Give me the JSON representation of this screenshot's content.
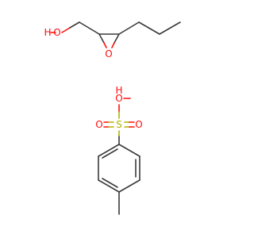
{
  "molecules": [
    {
      "atoms": [
        {
          "symbol": "H"
        },
        {
          "symbol": "O"
        },
        {
          "symbol": "O"
        }
      ]
    },
    {
      "atoms": [
        {
          "symbol": "O"
        },
        {
          "symbol": "H"
        },
        {
          "symbol": "S"
        },
        {
          "symbol": "O"
        },
        {
          "symbol": "O"
        }
      ]
    }
  ],
  "colors": {
    "carbon_bond": "#3a3a3a",
    "oxygen": "#ff0d0d",
    "sulfur": "#b2b200",
    "background": "#ffffff"
  }
}
